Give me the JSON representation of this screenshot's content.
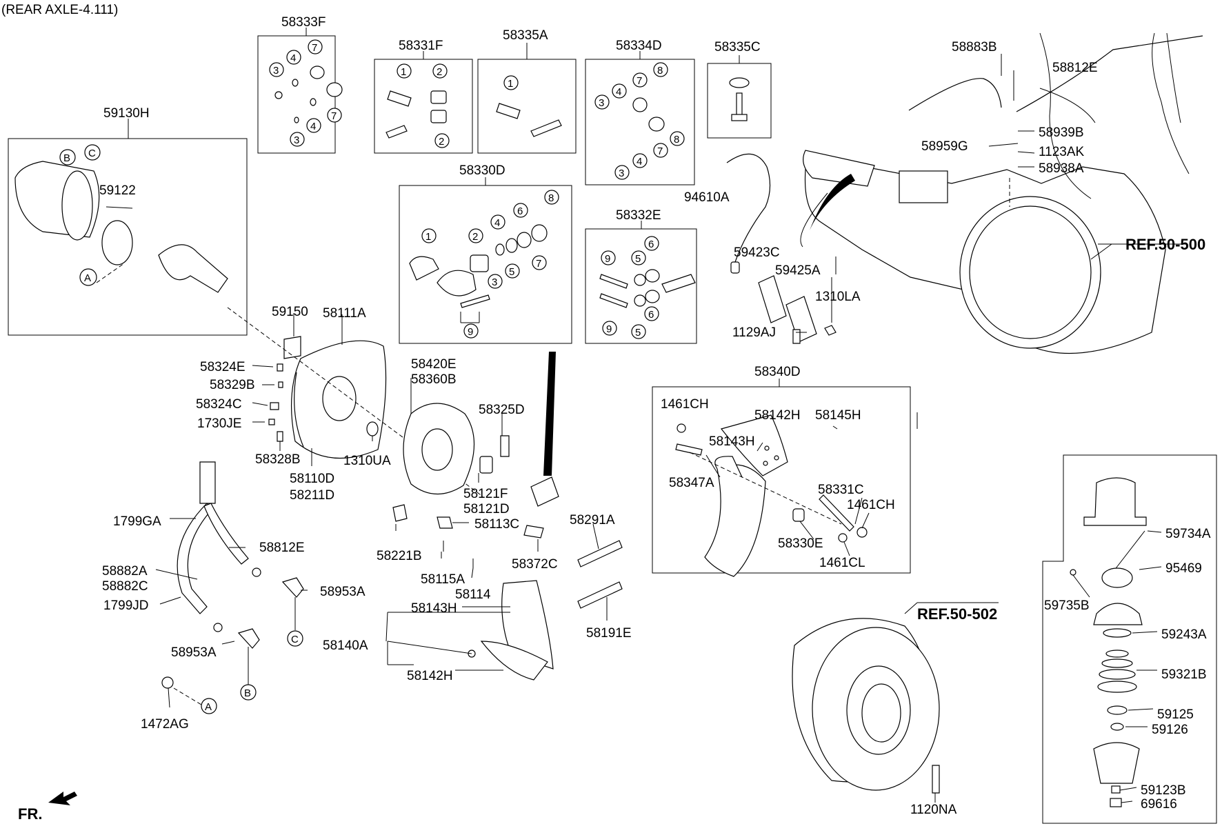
{
  "header": {
    "title": "(REAR AXLE-4.111)"
  },
  "direction": {
    "label": "FR."
  },
  "boxes": {
    "b58333F": "58333F",
    "b58331F": "58331F",
    "b58335A": "58335A",
    "b58334D": "58334D",
    "b58335C": "58335C",
    "b59130H": "59130H",
    "b58330D": "58330D",
    "b58332E": "58332E",
    "b58340D": "58340D"
  },
  "callouts": {
    "kit_nums": [
      "1",
      "2",
      "3",
      "4",
      "5",
      "6",
      "7",
      "8",
      "9"
    ],
    "letters": [
      "A",
      "B",
      "C"
    ]
  },
  "parts": {
    "p58883B": "58883B",
    "p58812E_top": "58812E",
    "p58939B": "58939B",
    "p58959G": "58959G",
    "p1123AK": "1123AK",
    "p58938A": "58938A",
    "p94610A": "94610A",
    "pREF50500": "REF.50-500",
    "p59423C": "59423C",
    "p59425A": "59425A",
    "p1310LA": "1310LA",
    "p1129AJ": "1129AJ",
    "p59122": "59122",
    "p59150": "59150",
    "p58111A": "58111A",
    "p58324E": "58324E",
    "p58329B": "58329B",
    "p58324C": "58324C",
    "p1730JE": "1730JE",
    "p58328B": "58328B",
    "p58110D": "58110D",
    "p58211D": "58211D",
    "p1310UA": "1310UA",
    "p58420E": "58420E",
    "p58360B": "58360B",
    "p58325D": "58325D",
    "p58121F": "58121F",
    "p58121D": "58121D",
    "p58113C": "58113C",
    "p58221B": "58221B",
    "p58115A": "58115A",
    "p58114": "58114",
    "p58372C": "58372C",
    "p58291A": "58291A",
    "p58191E": "58191E",
    "p58143H_low": "58143H",
    "p58140A": "58140A",
    "p58142H_low": "58142H",
    "p1799GA": "1799GA",
    "p58812E_low": "58812E",
    "p58882A": "58882A",
    "p58882C": "58882C",
    "p1799JD": "1799JD",
    "p58953A_r": "58953A",
    "p58953A_l": "58953A",
    "p1472AG": "1472AG",
    "p1461CH_a": "1461CH",
    "p58142H_box": "58142H",
    "p58145H": "58145H",
    "p58143H_box": "58143H",
    "p58347A": "58347A",
    "p58331C": "58331C",
    "p1461CH_b": "1461CH",
    "p58330E": "58330E",
    "p1461CL": "1461CL",
    "pREF50502": "REF.50-502",
    "p1120NA": "1120NA",
    "p59734A": "59734A",
    "p95469": "95469",
    "p59735B": "59735B",
    "p59243A": "59243A",
    "p59321B": "59321B",
    "p59125": "59125",
    "p59126": "59126",
    "p59123B": "59123B",
    "p69616": "69616"
  },
  "icons": {
    "arrow": "fr-arrow-icon"
  }
}
